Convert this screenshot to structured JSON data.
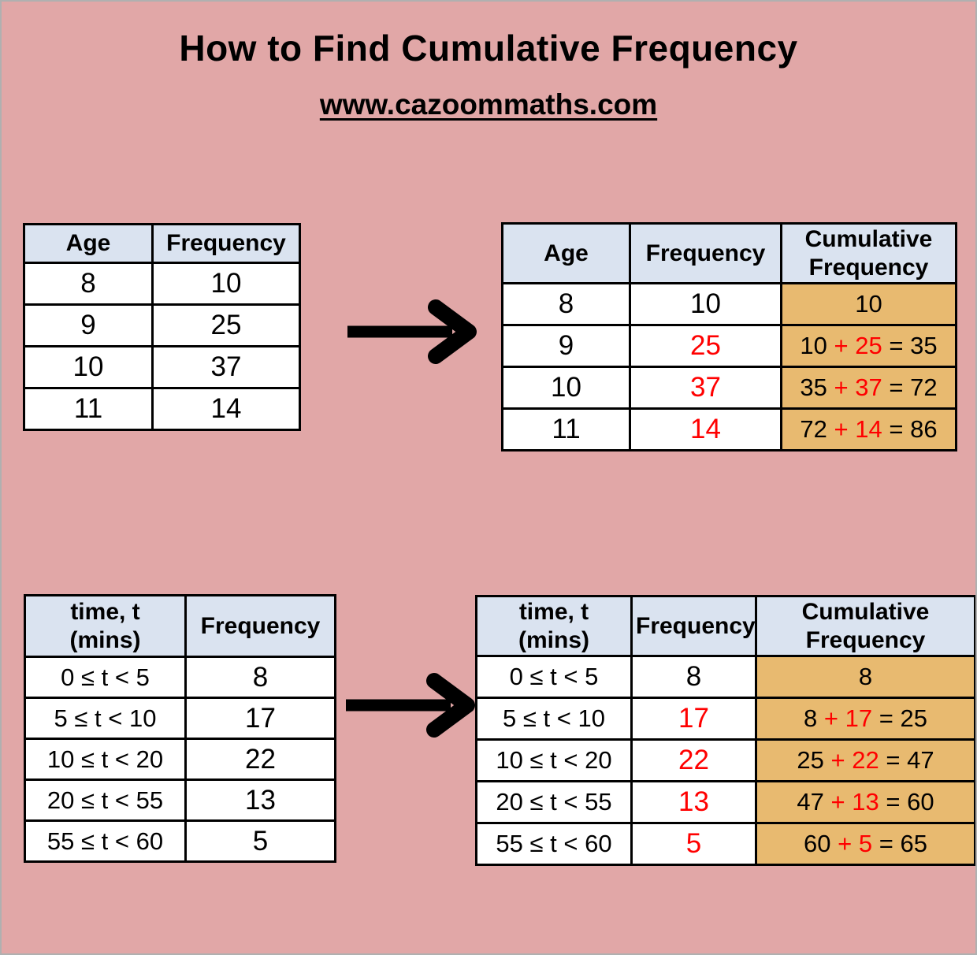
{
  "header": {
    "title": "How to Find Cumulative Frequency",
    "website": "www.cazoommaths.com"
  },
  "colors": {
    "background": "#e1a7a7",
    "header_bg": "#dae3f0",
    "highlight": "#e8ba70",
    "accent_red": "#ff0000",
    "page_border": "#b0b0b0"
  },
  "icons": {
    "arrow": "right-arrow"
  },
  "age_table": {
    "col_age": "Age",
    "col_frequency": "Frequency",
    "rows": [
      {
        "age": "8",
        "freq": "10"
      },
      {
        "age": "9",
        "freq": "25"
      },
      {
        "age": "10",
        "freq": "37"
      },
      {
        "age": "11",
        "freq": "14"
      }
    ]
  },
  "age_cumulative_table": {
    "col_age": "Age",
    "col_frequency": "Frequency",
    "col_cumulative": "Cumulative Frequency",
    "rows": [
      {
        "age": "8",
        "freq": "10",
        "cum_prev": "10",
        "cum_add": "",
        "cum_result": ""
      },
      {
        "age": "9",
        "freq": "25",
        "cum_prev": "10",
        "cum_add": "+ 25",
        "cum_result": "= 35"
      },
      {
        "age": "10",
        "freq": "37",
        "cum_prev": "35",
        "cum_add": "+ 37",
        "cum_result": "= 72"
      },
      {
        "age": "11",
        "freq": "14",
        "cum_prev": "72",
        "cum_add": "+ 14",
        "cum_result": "= 86"
      }
    ]
  },
  "time_table": {
    "col_time_line1": "time, t",
    "col_time_line2": "(mins)",
    "col_frequency": "Frequency",
    "rows": [
      {
        "time": "0 ≤ t < 5",
        "freq": "8"
      },
      {
        "time": "5 ≤ t < 10",
        "freq": "17"
      },
      {
        "time": "10 ≤ t < 20",
        "freq": "22"
      },
      {
        "time": "20 ≤ t < 55",
        "freq": "13"
      },
      {
        "time": "55 ≤ t < 60",
        "freq": "5"
      }
    ]
  },
  "time_cumulative_table": {
    "col_time_line1": "time, t",
    "col_time_line2": "(mins)",
    "col_frequency": "Frequency",
    "col_cumulative": "Cumulative Frequency",
    "rows": [
      {
        "time": "0 ≤ t < 5",
        "freq": "8",
        "cum_prev": "8",
        "cum_add": "",
        "cum_result": ""
      },
      {
        "time": "5 ≤ t < 10",
        "freq": "17",
        "cum_prev": "8",
        "cum_add": "+ 17",
        "cum_result": "= 25"
      },
      {
        "time": "10 ≤ t < 20",
        "freq": "22",
        "cum_prev": "25",
        "cum_add": "+ 22",
        "cum_result": "= 47"
      },
      {
        "time": "20 ≤ t < 55",
        "freq": "13",
        "cum_prev": "47",
        "cum_add": "+ 13",
        "cum_result": "= 60"
      },
      {
        "time": "55 ≤ t < 60",
        "freq": "5",
        "cum_prev": "60",
        "cum_add": "+ 5",
        "cum_result": "= 65"
      }
    ]
  }
}
